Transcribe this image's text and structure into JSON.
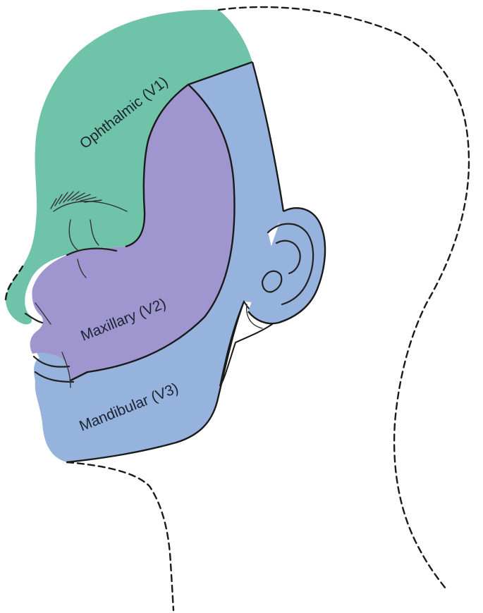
{
  "diagram": {
    "regions": [
      {
        "id": "v1",
        "label": "Ophthalmic (V1)",
        "color": "#6fc3a8"
      },
      {
        "id": "v2",
        "label": "Maxillary (V2)",
        "color": "#a096cf"
      },
      {
        "id": "v3",
        "label": "Mandibular (V3)",
        "color": "#96b3dd"
      }
    ]
  }
}
